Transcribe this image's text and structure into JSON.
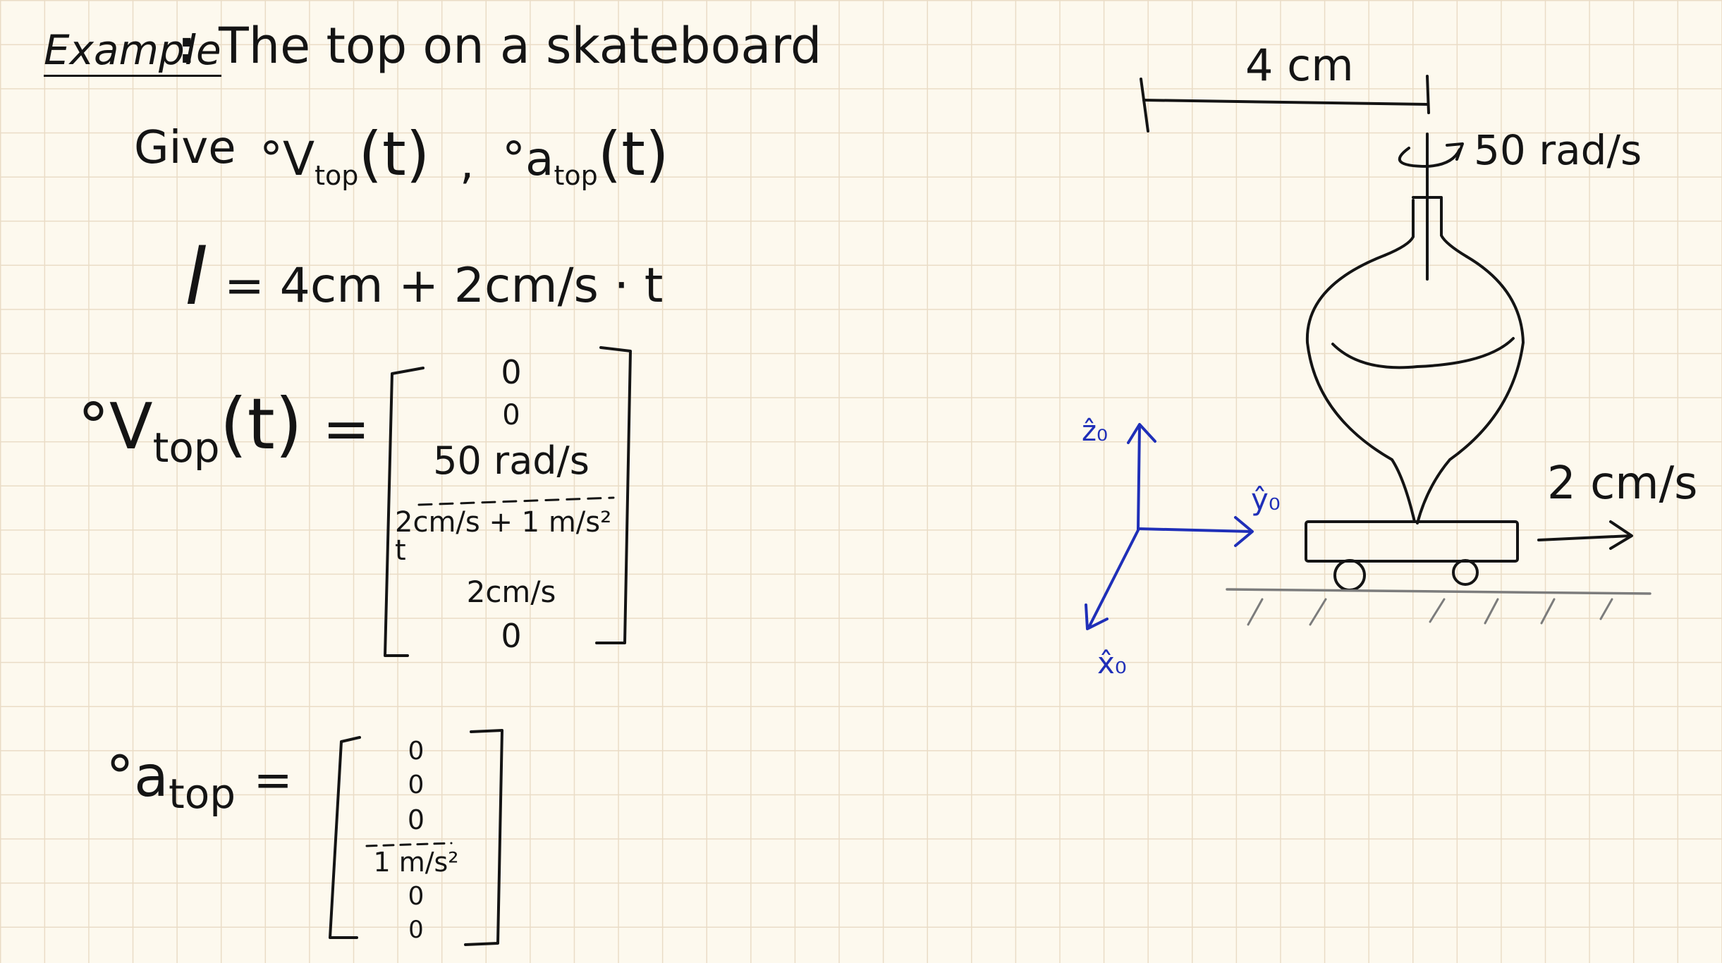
{
  "heading": {
    "label": "Example",
    "colon": ":",
    "title": "The top on a skateboard"
  },
  "prompt": {
    "give": "Give",
    "v_expr": "°V",
    "v_sub": "top",
    "v_arg": "(t)",
    "comma": ",",
    "a_expr": "°a",
    "a_sub": "top",
    "a_arg": "(t)"
  },
  "length_eq": {
    "lhs": "l",
    "rhs": "= 4cm + 2cm/s · t"
  },
  "velocity": {
    "lhs_pre": "°V",
    "lhs_sub": "top",
    "lhs_arg": "(t)",
    "equals": "=",
    "entries": [
      "0",
      "0",
      "50 rad/s",
      "2cm/s + 1 m/s² t",
      "2cm/s",
      "0"
    ]
  },
  "acceleration": {
    "lhs_pre": "°a",
    "lhs_sub": "top",
    "equals": "=",
    "entries": [
      "0",
      "0",
      "0",
      "1 m/s²",
      "0",
      "0"
    ]
  },
  "diagram": {
    "dimension_label": "4 cm",
    "spin_label": "50 rad/s",
    "speed_label": "2 cm/s",
    "axis_z": "ẑ₀",
    "axis_y": "ŷ₀",
    "axis_x": "x̂₀",
    "colors": {
      "ink": "#141414",
      "axes": "#1f2fb8",
      "paper": "#fdf9ee",
      "grid": "#eadcc6",
      "ground": "#8a8a8a"
    }
  }
}
